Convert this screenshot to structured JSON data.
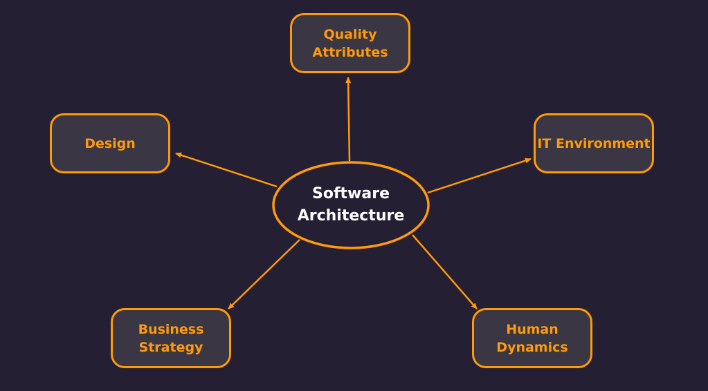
{
  "center": {
    "label": "Software\nArchitecture",
    "line1": "Software",
    "line2": "Architecture"
  },
  "nodes": {
    "quality": {
      "line1": "Quality",
      "line2": "Attributes"
    },
    "design": {
      "line1": "Design"
    },
    "it": {
      "line1": "IT Environment"
    },
    "business": {
      "line1": "Business",
      "line2": "Strategy"
    },
    "human": {
      "line1": "Human",
      "line2": "Dynamics"
    }
  },
  "colors": {
    "background": "#251f33",
    "accent": "#ff9a0a",
    "node_fill": "#3a3644",
    "center_text": "#ffffff"
  }
}
